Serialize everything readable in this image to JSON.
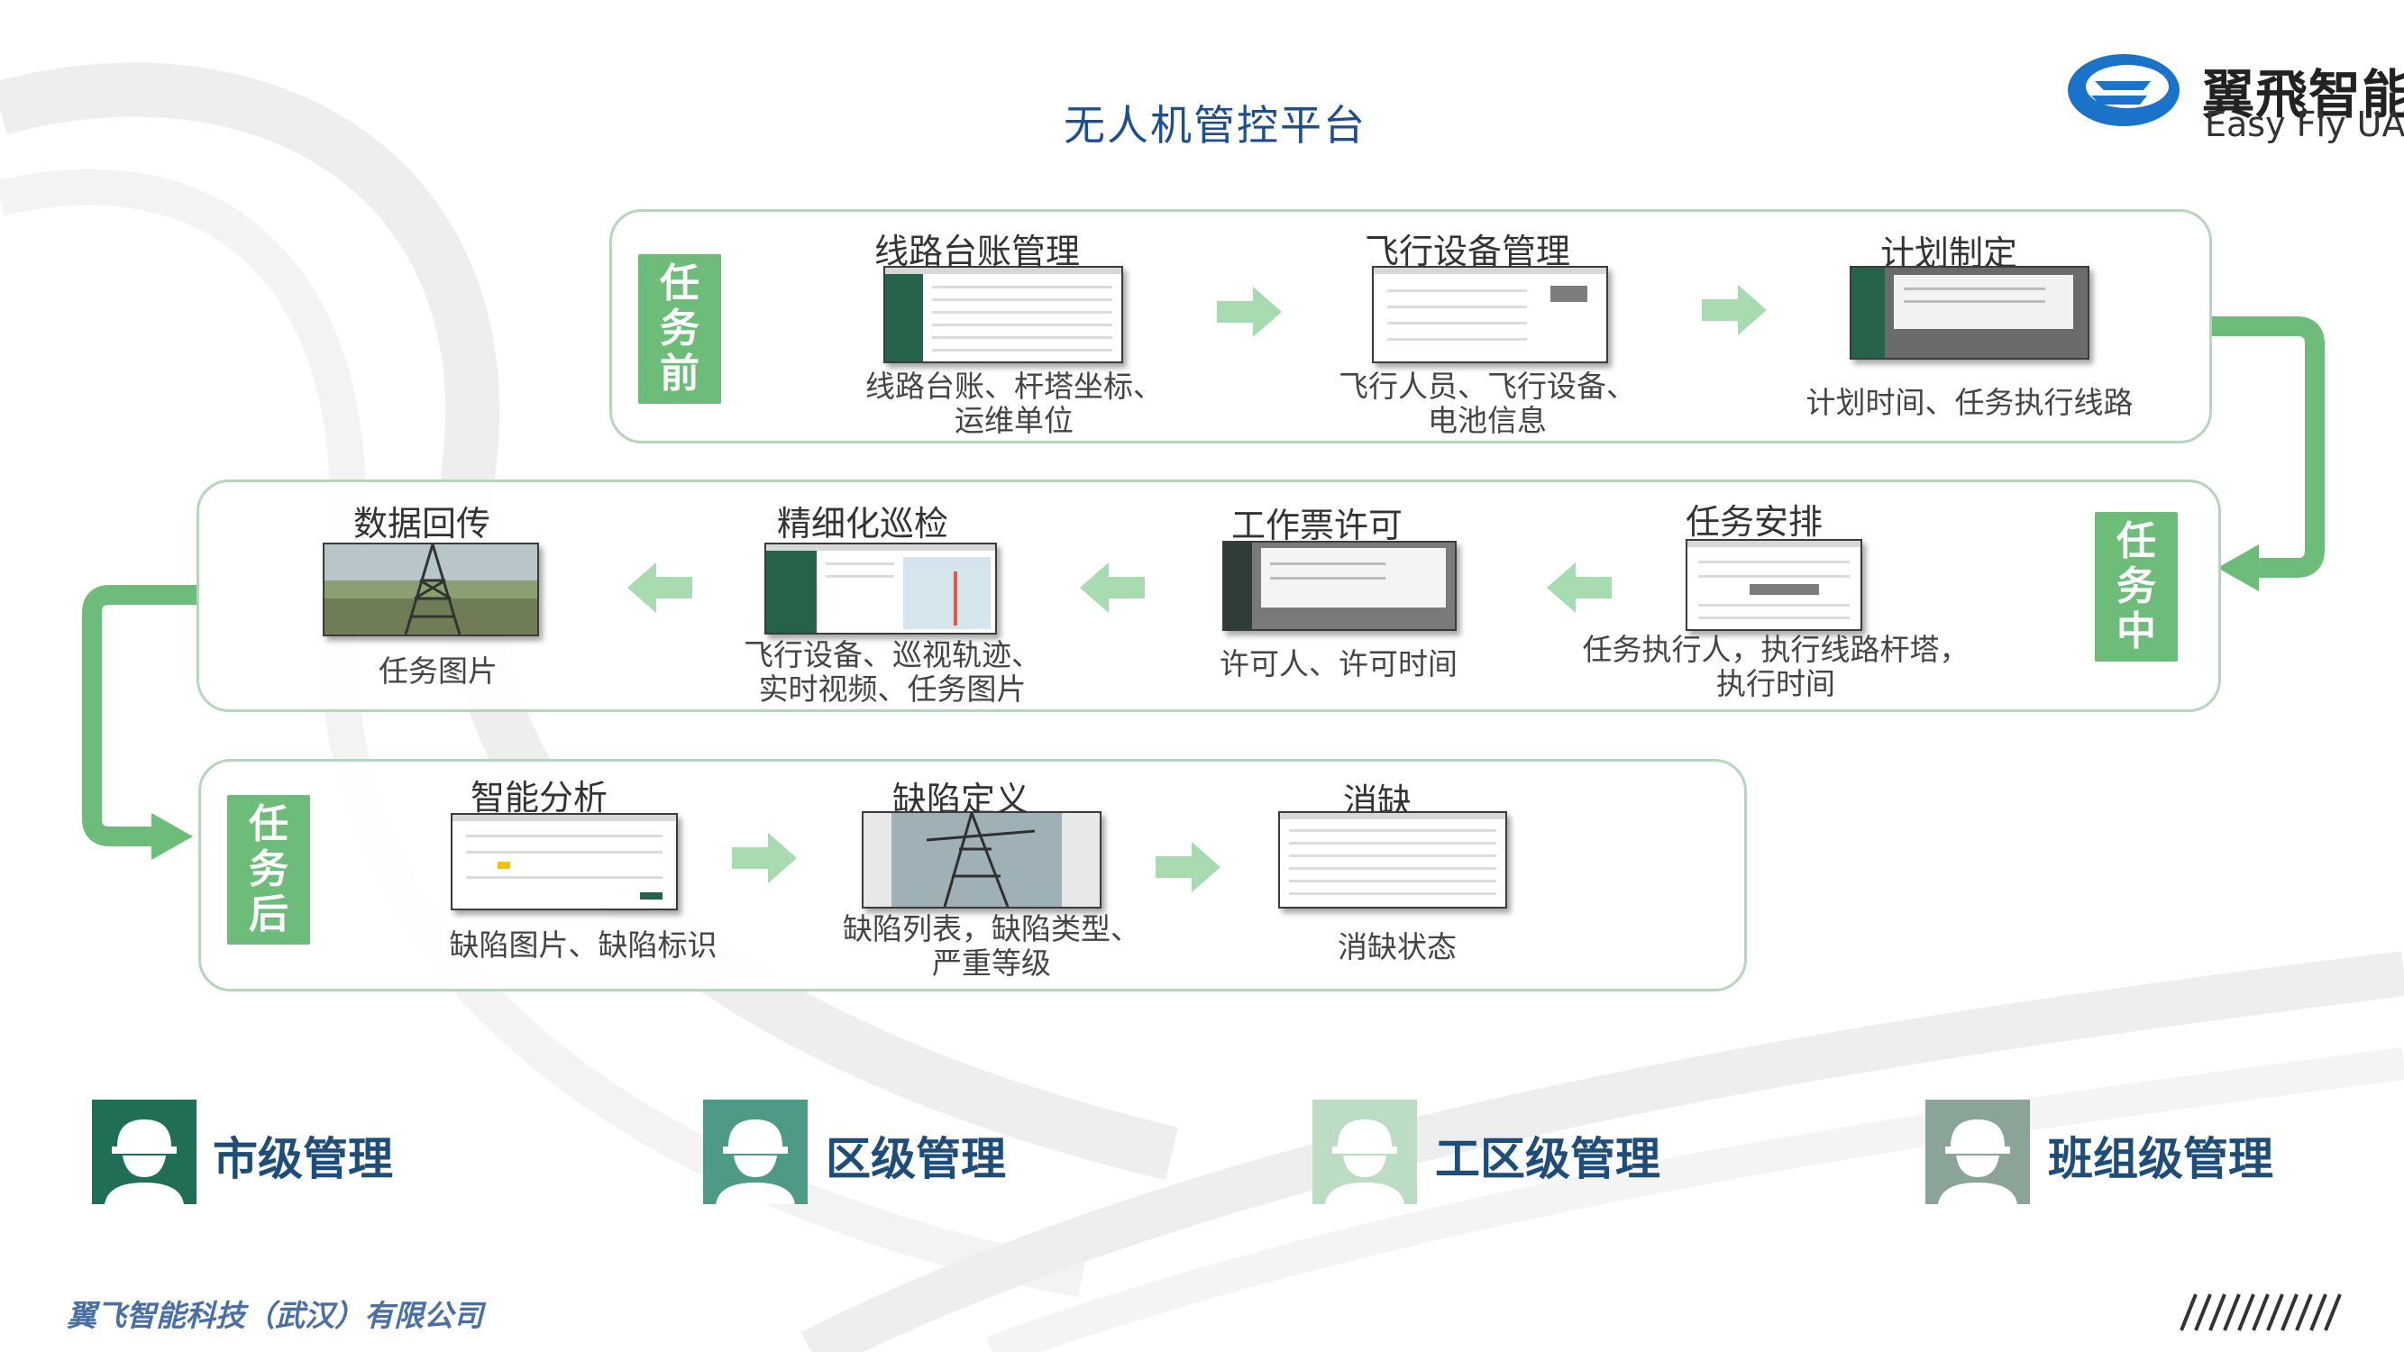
{
  "title": "无人机管控平台",
  "logo": {
    "cn": "翼飛智能",
    "en": "Easy Fly UAV"
  },
  "colors": {
    "phase_green": "#6dbc7a",
    "panel_border": "#b7d5bd",
    "title_blue": "#1f4e8c",
    "role_blue": "#1e4d7a"
  },
  "phases": {
    "before": {
      "tag": [
        "任",
        "务",
        "前"
      ],
      "steps": [
        {
          "title": "线路台账管理",
          "desc": [
            "线路台账、杆塔坐标、",
            "运维单位"
          ]
        },
        {
          "title": "飞行设备管理",
          "desc": [
            "飞行人员、飞行设备、",
            "电池信息"
          ]
        },
        {
          "title": "计划制定",
          "desc": [
            "计划时间、任务执行线路"
          ]
        }
      ]
    },
    "during": {
      "tag": [
        "任",
        "务",
        "中"
      ],
      "steps": [
        {
          "title": "数据回传",
          "desc": [
            "任务图片"
          ]
        },
        {
          "title": "精细化巡检",
          "desc": [
            "飞行设备、巡视轨迹、",
            "实时视频、任务图片"
          ]
        },
        {
          "title": "工作票许可",
          "desc": [
            "许可人、许可时间"
          ]
        },
        {
          "title": "任务安排",
          "desc": [
            "任务执行人，执行线路杆塔，",
            "执行时间"
          ]
        }
      ]
    },
    "after": {
      "tag": [
        "任",
        "务",
        "后"
      ],
      "steps": [
        {
          "title": "智能分析",
          "desc": [
            "缺陷图片、缺陷标识"
          ]
        },
        {
          "title": "缺陷定义",
          "desc": [
            "缺陷列表，缺陷类型、",
            "严重等级"
          ]
        },
        {
          "title": "消缺",
          "desc": [
            "消缺状态"
          ]
        }
      ]
    }
  },
  "roles": [
    {
      "label": "市级管理",
      "icon": "worker-helmet-icon",
      "color": "#1f6e55"
    },
    {
      "label": "区级管理",
      "icon": "worker-helmet-icon",
      "color": "#4e9a86"
    },
    {
      "label": "工区级管理",
      "icon": "worker-helmet-icon",
      "color": "#bcdcc4"
    },
    {
      "label": "班组级管理",
      "icon": "worker-helmet-icon",
      "color": "#8aa597"
    }
  ],
  "company": "翼飞智能科技（武汉）有限公司"
}
